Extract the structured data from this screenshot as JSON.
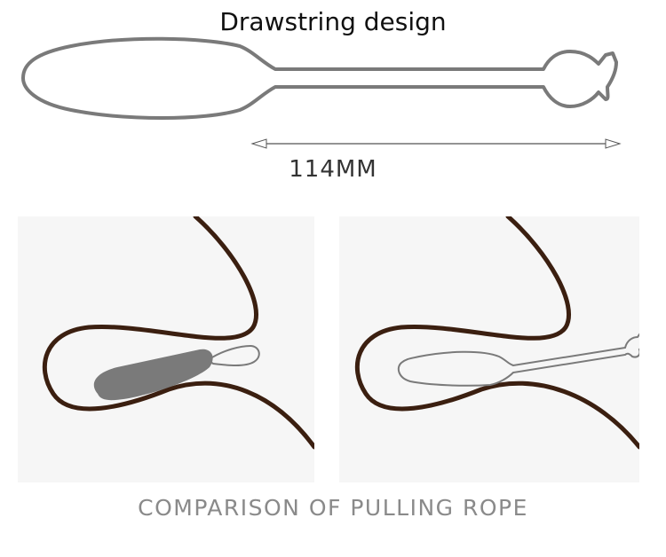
{
  "header": {
    "title": "Drawstring design"
  },
  "dimension": {
    "label": "114MM"
  },
  "footer": {
    "caption": "COMPARISON OF PULLING ROPE"
  },
  "colors": {
    "outline": "#7a7a7a",
    "body_curve": "#3b1f10",
    "egg_fill": "#7a7a7a",
    "panel_bg": "#f6f6f6",
    "caption": "#8a8a8a"
  }
}
